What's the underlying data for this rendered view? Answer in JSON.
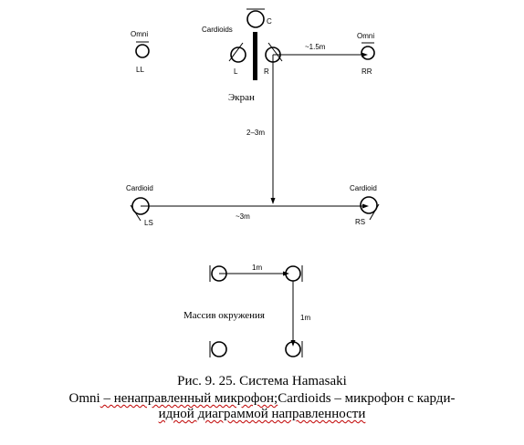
{
  "labels": {
    "omni_left": "Omni",
    "omni_right": "Omni",
    "cardioids": "Cardioids",
    "c": "C",
    "ll": "LL",
    "l": "L",
    "r": "R",
    "rr": "RR",
    "dist_1_5m": "~1.5m",
    "screen": "Экран",
    "dist_2_3m": "2–3m",
    "cardioid_left": "Cardioid",
    "cardioid_right": "Cardioid",
    "ls": "LS",
    "rs": "RS",
    "dist_3m": "~3m",
    "dist_1m_h": "1m",
    "dist_1m_v": "1m",
    "surround_array": "Массив окружения"
  },
  "caption": {
    "line1": "Рис. 9. 25. Система Hamasaki",
    "line2_a": "Omni",
    "line2_b": " – ненаправленный микрофон;",
    "line2_c": "Cardioids",
    "line2_d": " – микрофон с карди-",
    "line3": "идной диаграммой направленности"
  }
}
